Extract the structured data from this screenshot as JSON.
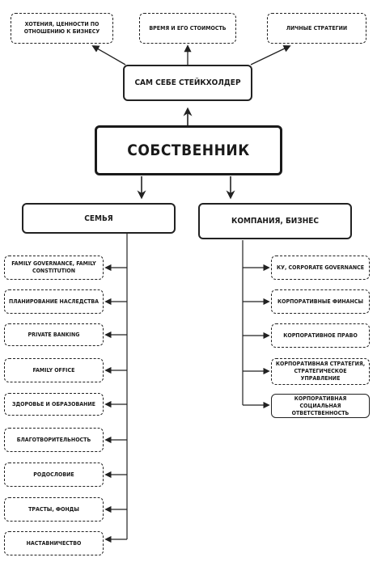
{
  "top_boxes": [
    {
      "label": "Хотения, ценности по отношению к бизнесу"
    },
    {
      "label": "Время и его стоимость"
    },
    {
      "label": "Личные стратегии"
    }
  ],
  "stakeholder": {
    "label": "Сам себе стейкхолдер"
  },
  "owner": {
    "label": "Собственник"
  },
  "family": {
    "label": "Семья",
    "items": [
      {
        "label": "Family Governance, Family Constitution"
      },
      {
        "label": "Планирование наследства"
      },
      {
        "label": "Private Banking"
      },
      {
        "label": "Family Office"
      },
      {
        "label": "Здоровье и образование"
      },
      {
        "label": "Благотворительность"
      },
      {
        "label": "Родословие"
      },
      {
        "label": "Трасты, фонды"
      },
      {
        "label": "Наставничество"
      }
    ]
  },
  "company": {
    "label": "Компания, бизнес",
    "items": [
      {
        "label": "КУ, Corporate Governance"
      },
      {
        "label": "Корпоративные финансы"
      },
      {
        "label": "Корпоративное право"
      },
      {
        "label": "Корпоративная стратегия, стратегическое управление"
      },
      {
        "label": "Корпоративная социальная ответственность"
      }
    ]
  }
}
